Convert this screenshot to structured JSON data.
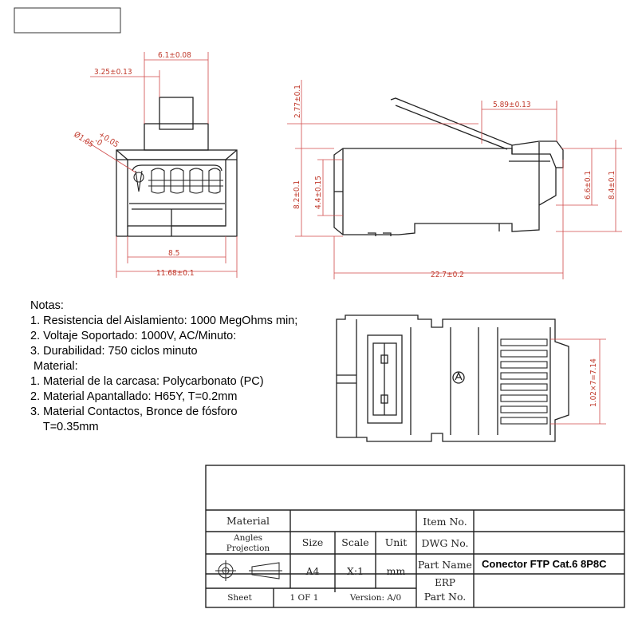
{
  "dimensions": {
    "front_top_width": "6.1±0.08",
    "front_offset": "3.25±0.13",
    "front_hole": "Ø1.05",
    "front_hole_tol_upper": "+0.05",
    "front_hole_tol_lower": "-0",
    "front_inner_width": "8.5",
    "front_outer_width": "11.68±0.1",
    "side_latch_height": "2.77±0.1",
    "side_front_length": "5.89±0.13",
    "side_total_height": "8.2±0.1",
    "side_inner_height": "4.4±0.15",
    "side_body_height": "6.6±0.1",
    "side_overall_height": "8.4±0.1",
    "side_length": "22.7±0.2",
    "bottom_pitch": "1.02×7=7.14"
  },
  "notes": [
    "Notas:",
    "1. Resistencia del Aislamiento: 1000 MegOhms min;",
    "2. Voltaje Soportado: 1000V, AC/Minuto:",
    "3. Durabilidad: 750 ciclos minuto",
    " Material:",
    "1. Material de la carcasa: Polycarbonato (PC)",
    "2. Material Apantallado: H65Y, T=0.2mm",
    "3. Material Contactos, Bronce de fósforo",
    "    T=0.35mm"
  ],
  "title_block": {
    "material_label": "Material",
    "angles_label_line1": "Angles",
    "angles_label_line2": "Projection",
    "size_label": "Size",
    "scale_label": "Scale",
    "unit_label": "Unit",
    "size_value": "A4",
    "scale_value": "X:1",
    "unit_value": "mm",
    "item_no_label": "Item No.",
    "dwg_no_label": "DWG No.",
    "part_name_label": "Part Name",
    "part_name_value": "Conector FTP Cat.6 8P8C",
    "erp_label": "ERP",
    "erp_part_label": "Part No.",
    "sheet_label": "Sheet",
    "sheet_value": "1 OF 1",
    "version_label": "Version: A/0"
  }
}
